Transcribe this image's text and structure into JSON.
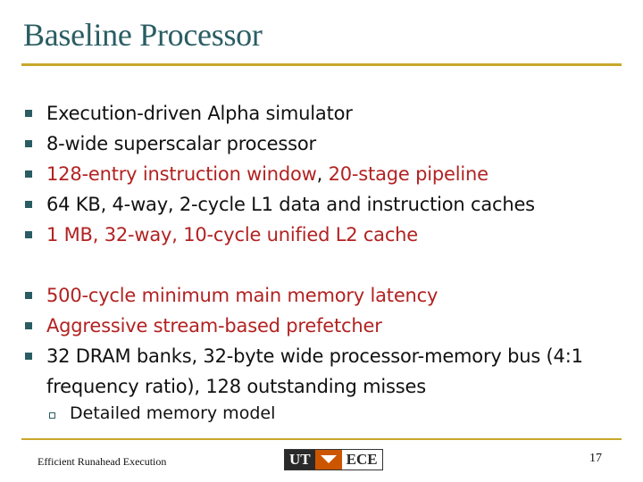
{
  "slide": {
    "title": "Baseline Processor",
    "bullets_group1": [
      {
        "text": "Execution-driven Alpha simulator",
        "color": "black"
      },
      {
        "text": "8-wide superscalar processor",
        "color": "black"
      },
      {
        "text_a": "128-entry instruction window",
        "text_b": ", ",
        "text_c": "20-stage pipeline",
        "color": "mixed"
      },
      {
        "text": "64 KB, 4-way, 2-cycle L1 data and instruction caches",
        "color": "black"
      },
      {
        "text": "1 MB, 32-way, 10-cycle unified L2 cache",
        "color": "red"
      }
    ],
    "bullets_group2": [
      {
        "text": "500-cycle minimum main memory latency",
        "color": "red"
      },
      {
        "text": "Aggressive stream-based prefetcher",
        "color": "red"
      },
      {
        "text_line1": "32 DRAM banks, 32-byte wide processor-memory bus (4:1",
        "text_line2": "frequency ratio), 128 outstanding misses",
        "color": "black"
      }
    ],
    "sub_bullet": "Detailed memory model"
  },
  "footer": {
    "left_text": "Efficient Runahead Execution",
    "logo_left": "UT",
    "logo_right": "ECE",
    "page_number": "17"
  },
  "colors": {
    "title": "#2a5d63",
    "rule": "#c9a72b",
    "red_text": "#b22222",
    "black_text": "#111111"
  },
  "icons": {
    "bullet": "filled-square-icon",
    "sub_bullet": "hollow-square-icon"
  }
}
